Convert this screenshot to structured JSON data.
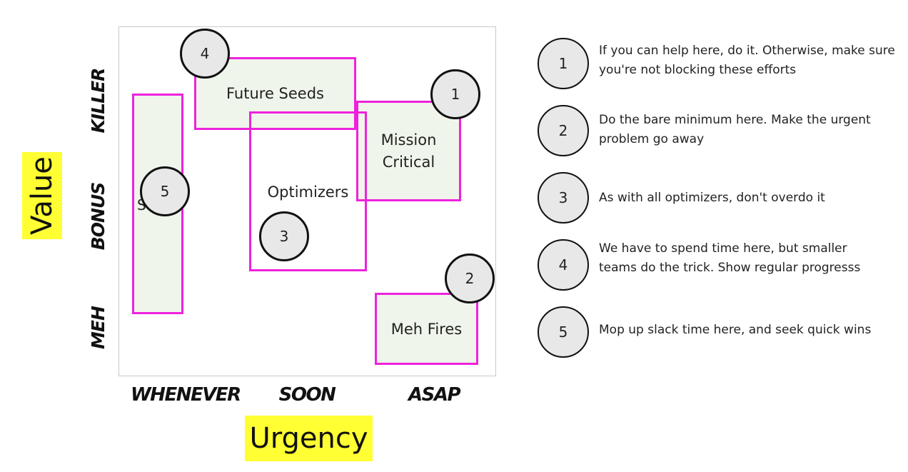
{
  "axes": {
    "x_title": "Urgency",
    "y_title": "Value",
    "x_ticks": [
      "WHENEVER",
      "SOON",
      "ASAP"
    ],
    "y_ticks": [
      "KILLER",
      "BONUS",
      "MEH"
    ]
  },
  "boxes": {
    "future_seeds": "Future Seeds",
    "mission_critical_line1": "Mission",
    "mission_critical_line2": "Critical",
    "optimizers": "Optimizers",
    "meh_fires": "Meh Fires",
    "slack_partial": "S"
  },
  "markers": [
    "1",
    "2",
    "3",
    "4",
    "5"
  ],
  "legend": [
    {
      "number": "1",
      "text": "If you can help here, do it. Otherwise, make sure you're not blocking these efforts"
    },
    {
      "number": "2",
      "text": "Do the bare minimum here. Make the urgent problem go away"
    },
    {
      "number": "3",
      "text": "As with all optimizers, don't overdo it"
    },
    {
      "number": "4",
      "text": "We have to spend time here, but smaller teams do the trick. Show regular progresss"
    },
    {
      "number": "5",
      "text": "Mop up slack time here, and seek quick wins"
    }
  ],
  "colors": {
    "box_border": "#ee22dd",
    "box_fill": "#eff5ea",
    "highlight": "#ffff33",
    "circle_fill": "#e8e8e8"
  }
}
